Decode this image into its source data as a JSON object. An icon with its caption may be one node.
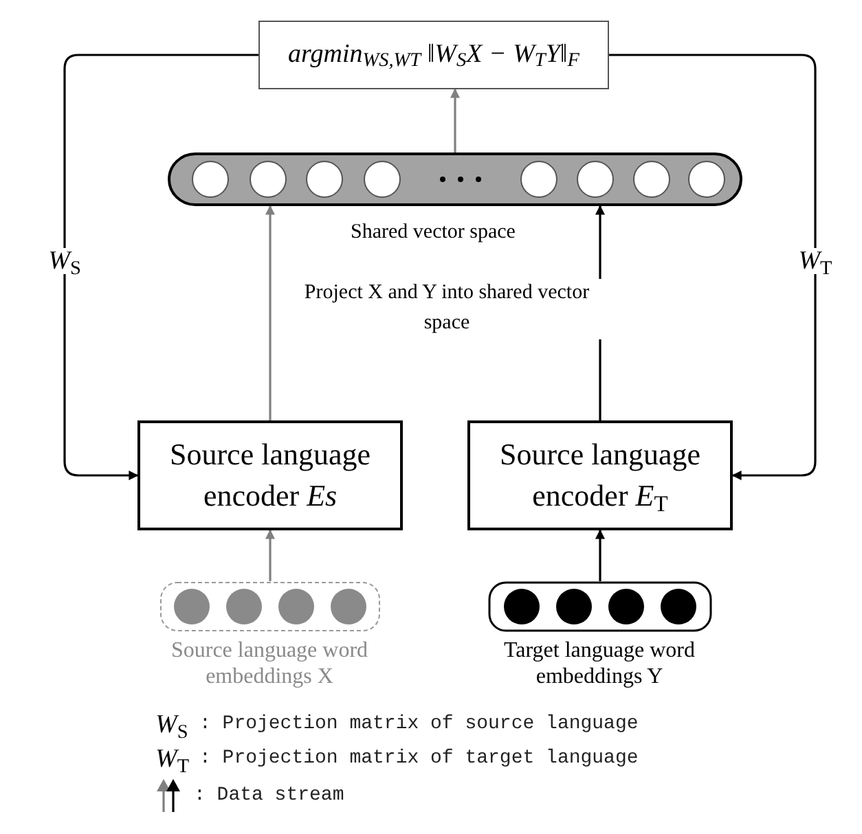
{
  "diagram": {
    "nodes": [
      {
        "text": [
          "argmin$_{WS,WT}$ ‖W$_{S}$X − W$_{T}$Y‖$_{F}$"
        ]
      },
      {
        "text": [],
        "shape": "bar",
        "beside": [
          "Shared vector space"
        ]
      },
      {
        "text": [
          "Source language encoder *Es*"
        ]
      },
      {
        "text": [
          "Source language encoder *E*$_{T}$"
        ]
      },
      {
        "text": [],
        "shape": "box",
        "beside": [
          "Source language word embeddings X"
        ]
      },
      {
        "text": [],
        "shape": "box",
        "beside": [
          "Target language word embeddings Y"
        ]
      }
    ],
    "edges": [
      {
        "from": 4,
        "to": 2,
        "arrow": "to",
        "color": "#808080"
      },
      {
        "from": 5,
        "to": 3,
        "arrow": "to"
      },
      {
        "from": 2,
        "to": 1,
        "arrow": "to",
        "color": "#808080"
      },
      {
        "from": 3,
        "to": 1,
        "arrow": "to"
      },
      {
        "from": 1,
        "to": 0,
        "arrow": "to",
        "color": "#808080"
      },
      {
        "from": 0,
        "to": 2,
        "arrow": "to",
        "label": "*W*$_{S}$"
      },
      {
        "from": 0,
        "to": 3,
        "arrow": "to",
        "label": "*W*$_{T}$"
      }
    ],
    "labels": [
      "Project X and Y into shared vector space",
      "*W*$_{S}$",
      ": Projection matrix of source language",
      "*W*$_{T}$",
      ": Projection matrix of target language"
    ],
    "legend": [
      {
        "text": ": Data stream"
      }
    ]
  }
}
